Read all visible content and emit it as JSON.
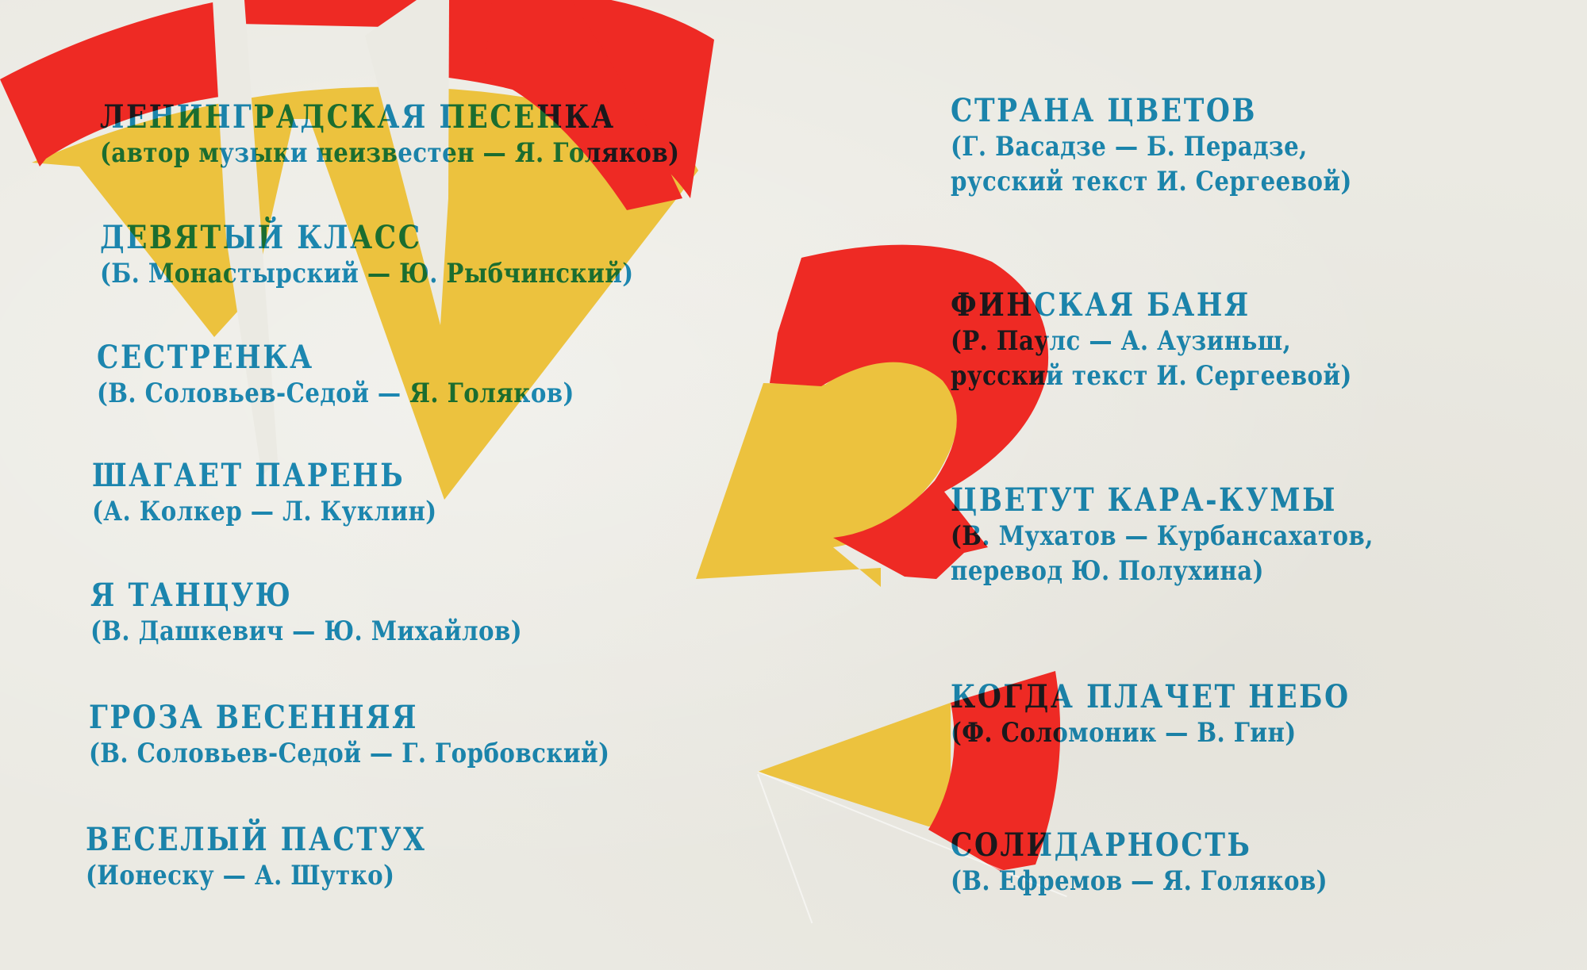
{
  "colors": {
    "paper": "#ebeae3",
    "red": "#ee2a24",
    "yellow": "#ecc23e",
    "ink_blue": "#1d8fbf"
  },
  "graphics": {
    "logo_letter": "M",
    "side_number": "2"
  },
  "left_column": {
    "tracks": [
      {
        "title": "ЛЕНИНГРАДСКАЯ  ПЕСЕНКА",
        "credits": [
          "(автор музыки неизвестен — Я. Голяков)"
        ]
      },
      {
        "title": "ДЕВЯТЫЙ  КЛАСС",
        "credits": [
          "(Б. Монастырский — Ю. Рыбчинский)"
        ]
      },
      {
        "title": "СЕСТРЕНКА",
        "credits": [
          "(В. Соловьев-Седой — Я. Голяков)"
        ]
      },
      {
        "title": "ШАГАЕТ  ПАРЕНЬ",
        "credits": [
          "(А. Колкер — Л. Куклин)"
        ]
      },
      {
        "title": "Я  ТАНЦУЮ",
        "credits": [
          "(В. Дашкевич — Ю. Михайлов)"
        ]
      },
      {
        "title": "ГРОЗА  ВЕСЕННЯЯ",
        "credits": [
          "(В. Соловьев-Седой — Г. Горбовский)"
        ]
      },
      {
        "title": "ВЕСЕЛЫЙ  ПАСТУХ",
        "credits": [
          "(Ионеску — А. Шутко)"
        ]
      }
    ]
  },
  "right_column": {
    "tracks": [
      {
        "title": "СТРАНА  ЦВЕТОВ",
        "credits": [
          "(Г. Васадзе — Б. Перадзе,",
          "русский текст И. Сергеевой)"
        ]
      },
      {
        "title": "ФИНСКАЯ  БАНЯ",
        "credits": [
          "(Р. Паулс — А. Аузиньш,",
          "русский текст И. Сергеевой)"
        ]
      },
      {
        "title": "ЦВЕТУТ  КАРА-КУМЫ",
        "credits": [
          "(В.  Мухатов — Курбансахатов,",
          "перевод  Ю.  Полухина)"
        ]
      },
      {
        "title": "КОГДА  ПЛАЧЕТ  НЕБО",
        "credits": [
          "(Ф. Соломоник — В. Гин)"
        ]
      },
      {
        "title": "СОЛИДАРНОСТЬ",
        "credits": [
          "(В. Ефремов — Я. Голяков)"
        ]
      }
    ]
  }
}
